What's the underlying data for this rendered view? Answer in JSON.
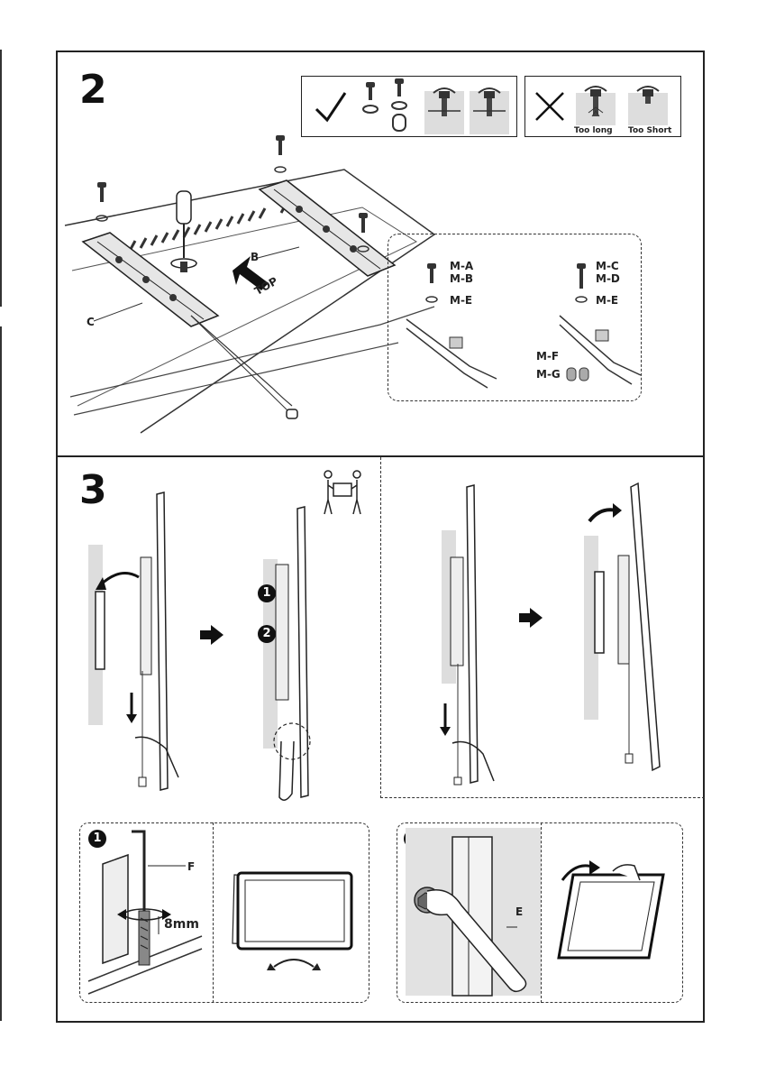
{
  "step2": {
    "number": "2",
    "check_panel": {
      "icon": "checkmark-icon"
    },
    "cross_panel": {
      "icon": "cross-icon",
      "too_long_label": "Too long",
      "too_short_label": "Too Short"
    },
    "rail_b_label": "B",
    "rail_c_label": "C",
    "top_label": "TOP",
    "detail": {
      "left_labels": [
        "M-A",
        "M-B",
        "M-E"
      ],
      "right_labels": [
        "M-C",
        "M-D",
        "M-E",
        "M-F",
        "M-G"
      ]
    }
  },
  "step3": {
    "number": "3",
    "badge_1": "1",
    "badge_2": "2"
  },
  "detail_1": {
    "badge": "1",
    "tool_label": "F",
    "measure_label": "8mm"
  },
  "detail_2": {
    "badge": "2",
    "tool_label": "E"
  }
}
